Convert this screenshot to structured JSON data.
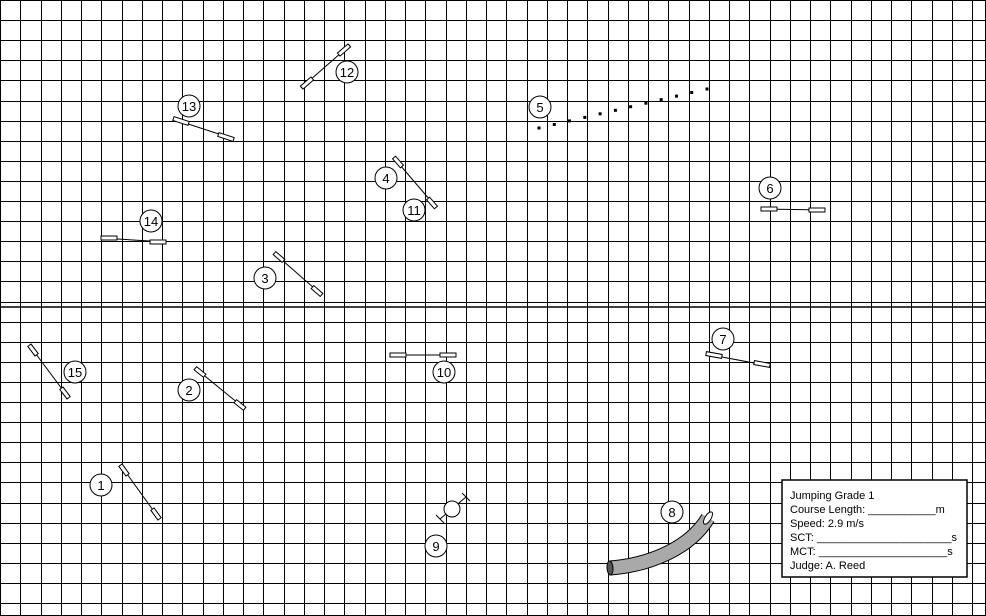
{
  "course_title": "Jumping Grade 1",
  "info_box": {
    "lines": [
      "Jumping Grade 1",
      "Course Length: ___________m",
      "Speed: 2.9 m/s",
      "SCT: ______________________s",
      "MCT: _____________________s",
      "Judge: A. Reed"
    ]
  },
  "obstacles": [
    {
      "number": "1",
      "type": "jump"
    },
    {
      "number": "2",
      "type": "jump"
    },
    {
      "number": "3",
      "type": "jump"
    },
    {
      "number": "4",
      "type": "jump"
    },
    {
      "number": "5",
      "type": "weave-poles"
    },
    {
      "number": "6",
      "type": "jump"
    },
    {
      "number": "7",
      "type": "jump"
    },
    {
      "number": "8",
      "type": "tunnel"
    },
    {
      "number": "9",
      "type": "tire"
    },
    {
      "number": "10",
      "type": "jump"
    },
    {
      "number": "11",
      "type": "jump"
    },
    {
      "number": "12",
      "type": "jump"
    },
    {
      "number": "13",
      "type": "jump"
    },
    {
      "number": "14",
      "type": "jump"
    },
    {
      "number": "15",
      "type": "jump"
    }
  ],
  "colors": {
    "grid": "#000000",
    "tunnel_fill": "#a9a9a9",
    "background": "#ffffff"
  }
}
